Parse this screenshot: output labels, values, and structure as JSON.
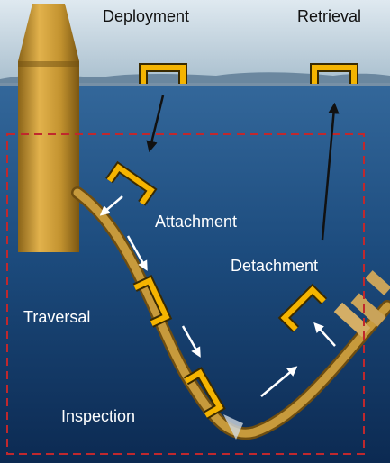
{
  "labels": {
    "deployment": "Deployment",
    "retrieval": "Retrieval",
    "attachment": "Attachment",
    "detachment": "Detachment",
    "traversal": "Traversal",
    "inspection": "Inspection"
  },
  "colors": {
    "sky_top": "#d9e6ee",
    "sky_bottom": "#8fa9bd",
    "sea_top": "#2a5f94",
    "sea_bottom": "#0d2c55",
    "pipe": "#c79a3c",
    "pipe_dark": "#8a6419",
    "robot": "#f5b400",
    "dashed_box": "#c0282d",
    "arrow_black": "#111111",
    "arrow_white": "#ffffff"
  }
}
